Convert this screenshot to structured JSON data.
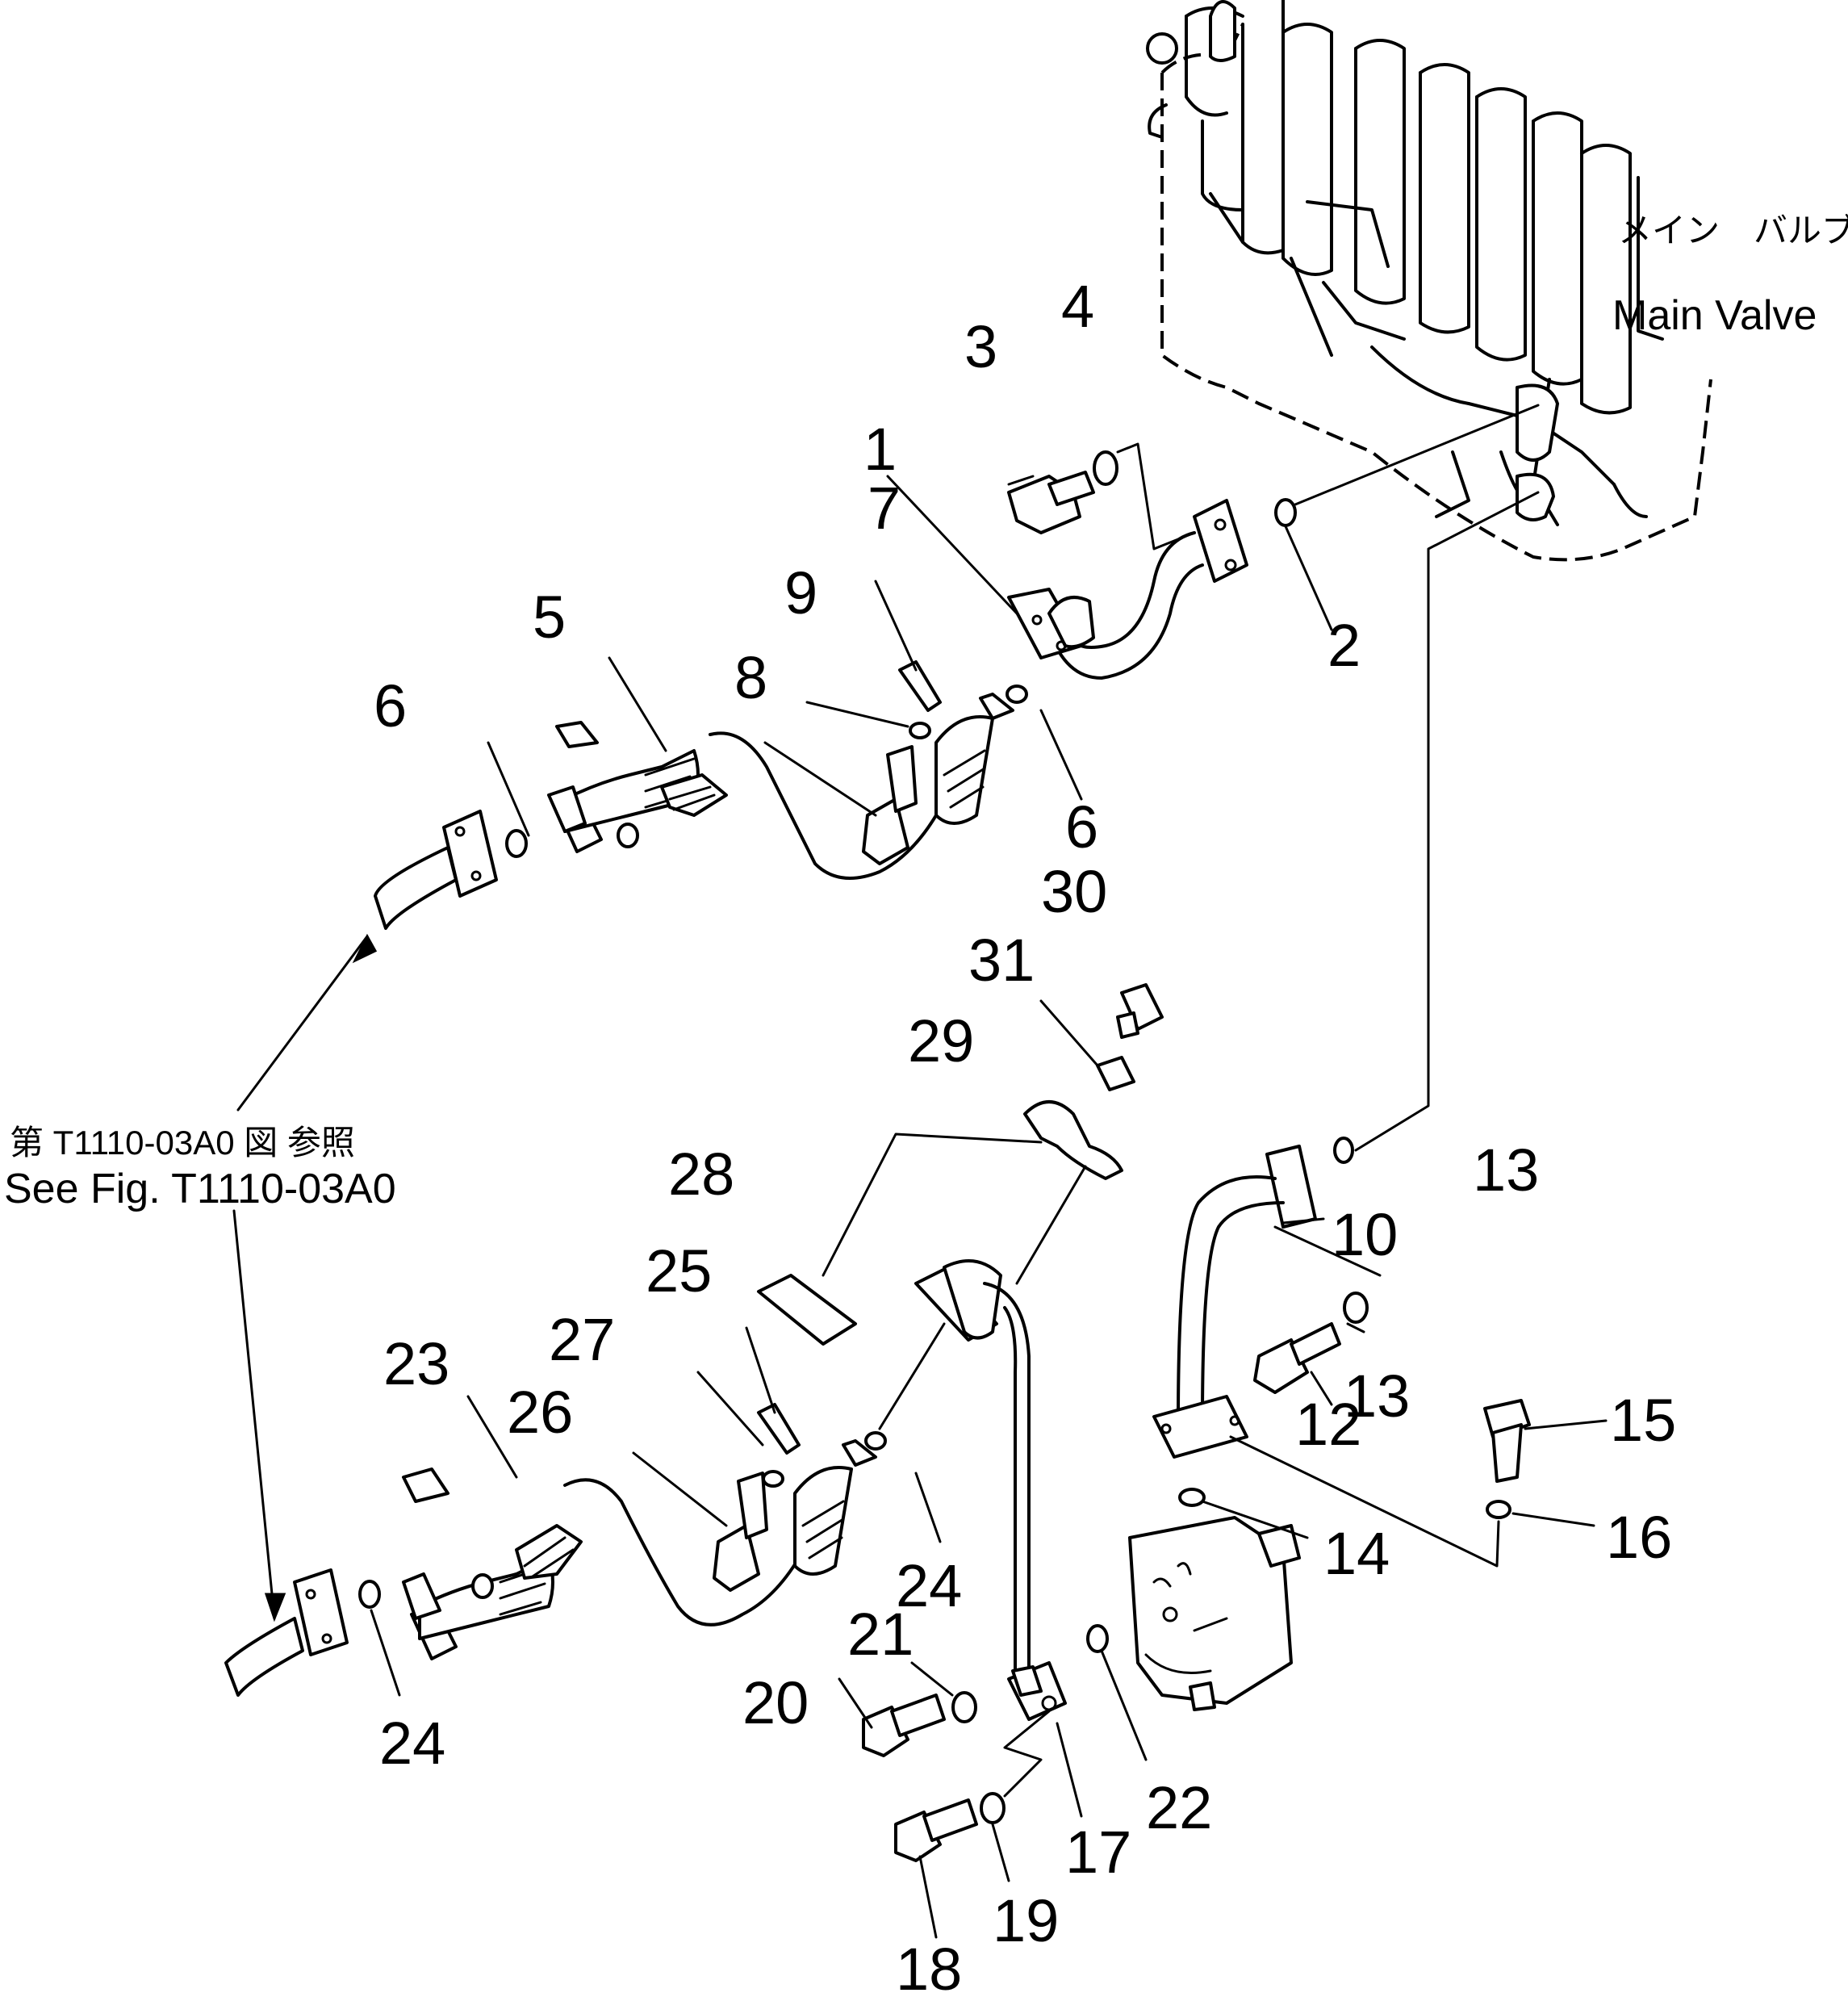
{
  "main_valve": {
    "label_jp": "メイン　バルブ",
    "label_en": "Main Valve"
  },
  "reference": {
    "label_jp": "第 T1110-03A0 図 参照",
    "label_en": "See Fig. T1110-03A0"
  },
  "callouts": [
    {
      "n": "1"
    },
    {
      "n": "2"
    },
    {
      "n": "3"
    },
    {
      "n": "4"
    },
    {
      "n": "5"
    },
    {
      "n": "6"
    },
    {
      "n": "6"
    },
    {
      "n": "7"
    },
    {
      "n": "8"
    },
    {
      "n": "9"
    },
    {
      "n": "10"
    },
    {
      "n": "12"
    },
    {
      "n": "13"
    },
    {
      "n": "13"
    },
    {
      "n": "14"
    },
    {
      "n": "15"
    },
    {
      "n": "16"
    },
    {
      "n": "17"
    },
    {
      "n": "18"
    },
    {
      "n": "19"
    },
    {
      "n": "20"
    },
    {
      "n": "21"
    },
    {
      "n": "22"
    },
    {
      "n": "23"
    },
    {
      "n": "24"
    },
    {
      "n": "24"
    },
    {
      "n": "25"
    },
    {
      "n": "26"
    },
    {
      "n": "27"
    },
    {
      "n": "28"
    },
    {
      "n": "29"
    },
    {
      "n": "30"
    },
    {
      "n": "31"
    }
  ]
}
